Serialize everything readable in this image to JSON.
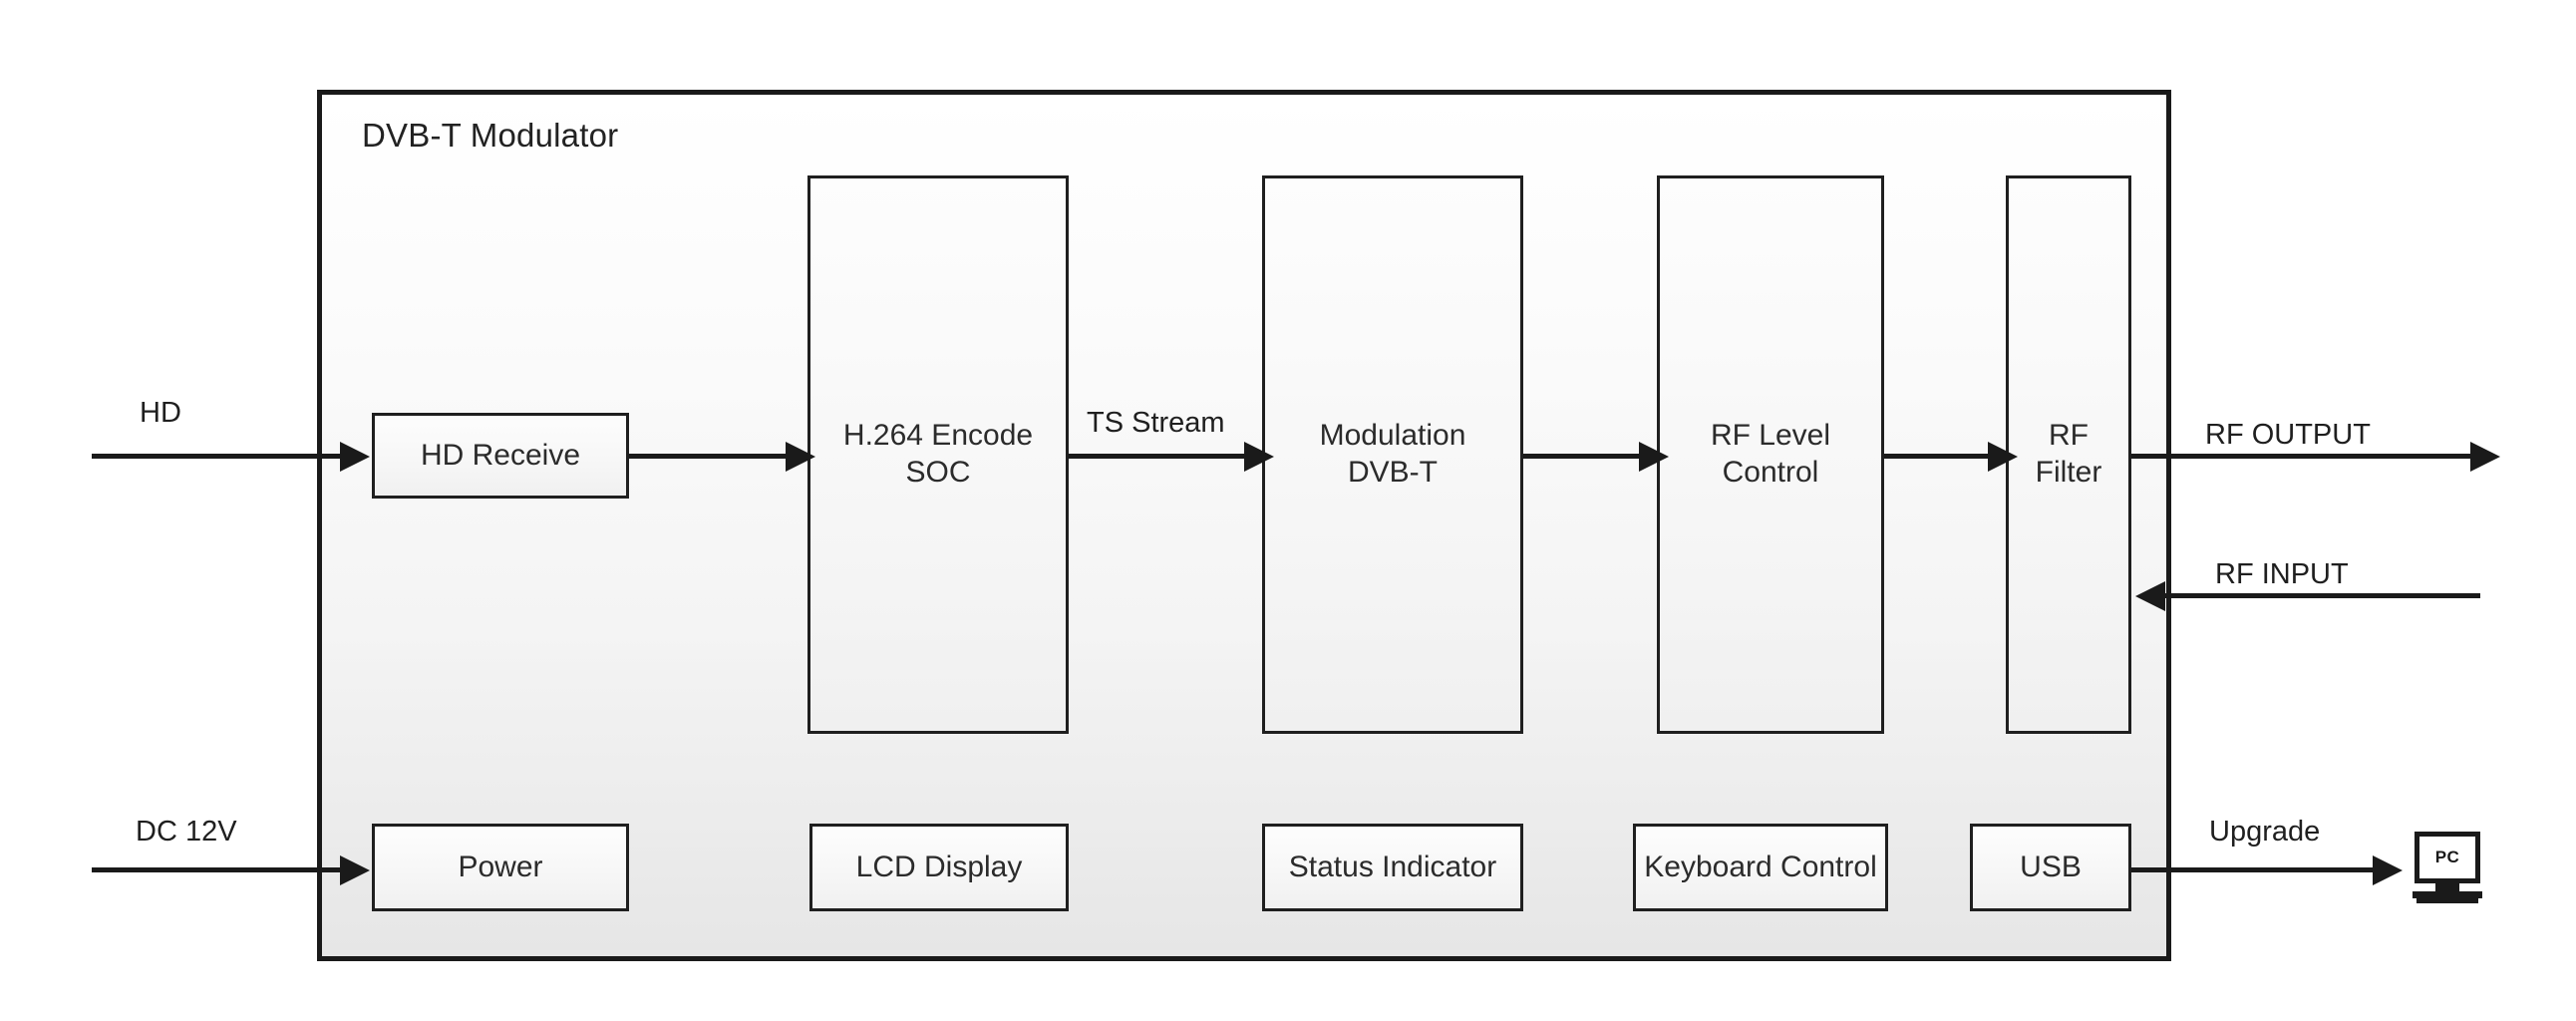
{
  "diagram": {
    "title": "DVB-T Modulator",
    "signal_chain": [
      {
        "id": "hd-receive",
        "label": "HD Receive"
      },
      {
        "id": "h264-encode",
        "label": "H.264 Encode\nSOC"
      },
      {
        "id": "modulation",
        "label": "Modulation\nDVB-T"
      },
      {
        "id": "rf-level",
        "label": "RF Level\nControl"
      },
      {
        "id": "rf-filter",
        "label": "RF Filter"
      }
    ],
    "support_row": [
      {
        "id": "power",
        "label": "Power"
      },
      {
        "id": "lcd-display",
        "label": "LCD Display"
      },
      {
        "id": "status-indicator",
        "label": "Status Indicator"
      },
      {
        "id": "keyboard-control",
        "label": "Keyboard Control"
      },
      {
        "id": "usb",
        "label": "USB"
      }
    ],
    "connection_labels": {
      "hd_input": "HD",
      "ts_stream": "TS Stream",
      "rf_output": "RF OUTPUT",
      "rf_input": "RF INPUT",
      "dc_power": "DC 12V",
      "upgrade": "Upgrade"
    },
    "external": {
      "pc_label": "PC"
    },
    "colors": {
      "line": "#1a1a1a",
      "block_border": "#1f1f1f",
      "container_border": "#1a1a1a",
      "text": "#2b2b2b",
      "page_background": "#ffffff"
    }
  }
}
